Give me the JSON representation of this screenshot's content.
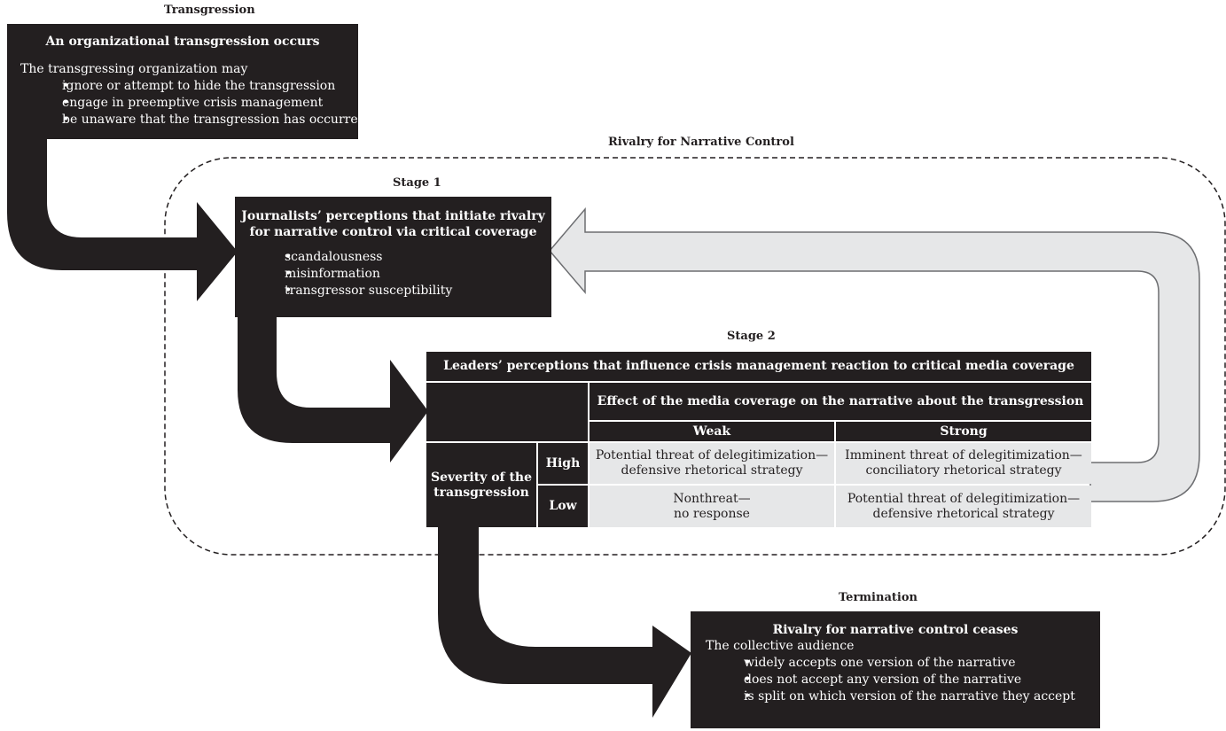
{
  "transgression": {
    "label": "Transgression",
    "title": "An organizational transgression occurs",
    "intro": "The transgressing organization may",
    "items": [
      "ignore or attempt to hide the transgression",
      "engage in preemptive crisis management",
      "be unaware that the transgression has occurred"
    ]
  },
  "rivalry": {
    "label": "Rivalry for Narrative Control"
  },
  "stage1": {
    "label": "Stage 1",
    "title_line1": "Journalists’ perceptions that initiate rivalry",
    "title_line2": "for narrative control via critical coverage",
    "items": [
      "scandalousness",
      "misinformation",
      "transgressor susceptibility"
    ]
  },
  "stage2": {
    "label": "Stage 2",
    "header": "Leaders’ perceptions that influence crisis management reaction to critical media coverage",
    "effect_header": "Effect of the media coverage on the narrative about the transgression",
    "col_weak": "Weak",
    "col_strong": "Strong",
    "severity_line1": "Severity of the",
    "severity_line2": "transgression",
    "row_high": "High",
    "row_low": "Low",
    "high_weak_1": "Potential threat of delegitimization—",
    "high_weak_2": "defensive rhetorical strategy",
    "high_strong_1": "Imminent threat of delegitimization—",
    "high_strong_2": "conciliatory rhetorical strategy",
    "low_weak_1": "Nonthreat—",
    "low_weak_2": "no response",
    "low_strong_1": "Potential threat of delegitimization—",
    "low_strong_2": "defensive rhetorical strategy"
  },
  "termination": {
    "label": "Termination",
    "title": "Rivalry for narrative control ceases",
    "intro": "The collective audience",
    "items": [
      "widely accepts one version of the narrative",
      "does not accept any version of the narrative",
      "is split on which version of the narrative they accept"
    ]
  },
  "colors": {
    "dark": "#231f20",
    "light": "#e6e7e8",
    "white": "#ffffff"
  }
}
